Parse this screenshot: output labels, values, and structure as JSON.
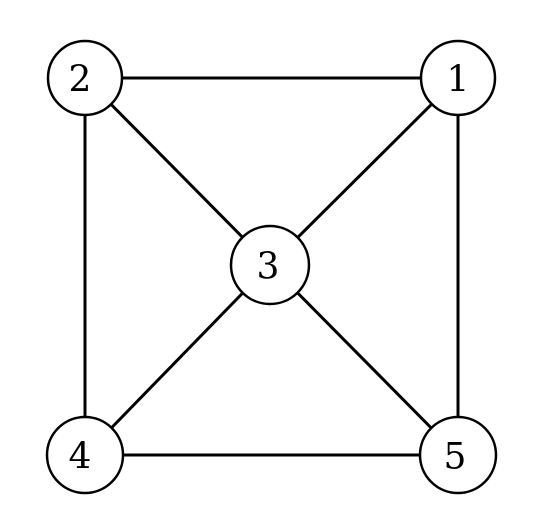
{
  "graph": {
    "nodes": [
      {
        "id": "1",
        "label": "1"
      },
      {
        "id": "2",
        "label": "2"
      },
      {
        "id": "3",
        "label": "3"
      },
      {
        "id": "4",
        "label": "4"
      },
      {
        "id": "5",
        "label": "5"
      }
    ],
    "edges": [
      {
        "from": "2",
        "to": "1"
      },
      {
        "from": "2",
        "to": "4"
      },
      {
        "from": "2",
        "to": "3"
      },
      {
        "from": "1",
        "to": "3"
      },
      {
        "from": "1",
        "to": "5"
      },
      {
        "from": "4",
        "to": "3"
      },
      {
        "from": "5",
        "to": "3"
      },
      {
        "from": "4",
        "to": "5"
      }
    ]
  }
}
